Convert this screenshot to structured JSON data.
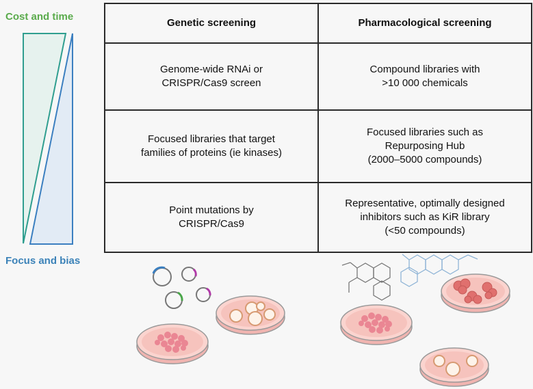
{
  "left_axis": {
    "top_label": "Cost and time",
    "bottom_label": "Focus and bias",
    "top_color": "#5aab4c",
    "bottom_color": "#3b82b8"
  },
  "table": {
    "headers": [
      "Genetic screening",
      "Pharmacological screening"
    ],
    "rows": [
      {
        "genetic": "Genome-wide RNAi or\nCRISPR/Cas9 screen",
        "pharmacological": "Compound libraries with\n>10 000 chemicals"
      },
      {
        "genetic": "Focused libraries that target\nfamilies of proteins (ie kinases)",
        "pharmacological": "Focused libraries such as\nRepurposing Hub\n(2000–5000 compounds)"
      },
      {
        "genetic": "Point mutations by\nCRISPR/Cas9",
        "pharmacological": "Representative, optimally designed\ninhibitors such as KiR library\n(<50 compounds)"
      }
    ]
  },
  "illustration": {
    "left_icons": [
      "plasmid-icon",
      "petri-dish-icon"
    ],
    "right_icons": [
      "molecule-icon",
      "petri-dish-icon"
    ],
    "dish_color": "#f0b4b0",
    "colony_color": "#e87c8c"
  }
}
